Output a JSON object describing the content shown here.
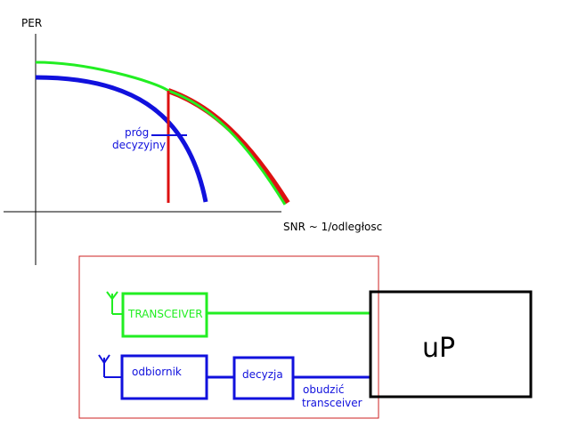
{
  "colors": {
    "green": "#22ee22",
    "blue": "#1111dd",
    "red": "#dd1111",
    "frame": "#cc2222",
    "black": "#000000"
  },
  "axes": {
    "y_label": "PER",
    "x_label": "SNR ~ 1/odległosc"
  },
  "threshold": {
    "label_line1": "próg",
    "label_line2": "decyzyjny"
  },
  "blocks": {
    "transceiver": "TRANSCEIVER",
    "receiver": "odbiornik",
    "decision": "decyzja",
    "wake_line1": "obudzić",
    "wake_line2": "transceiver",
    "microprocessor": "uP"
  },
  "icons": {
    "antenna_top": "antenna-icon",
    "antenna_bottom": "antenna-icon"
  }
}
